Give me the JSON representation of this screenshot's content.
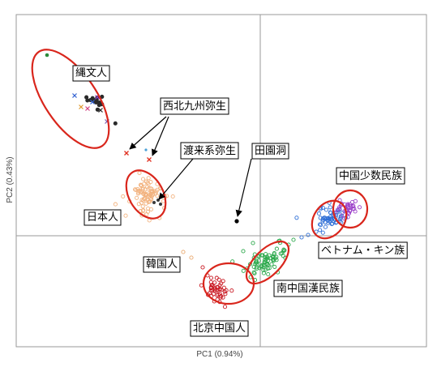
{
  "chart_data": {
    "type": "scatter",
    "xlabel": "PC1 (0.94%)",
    "ylabel": "PC2 (0.43%)",
    "grid": false,
    "zero_lines": true,
    "colors": {
      "ellipse": "#d9261c",
      "frame": "#9a9a9a",
      "jomon": "#2a2a2a",
      "yayoi_nw_kyushu": "#e03020",
      "yayoi_toraijin": "#3a3a3a",
      "japanese": "#f2b27e",
      "korean": "#e8a86e",
      "beijing_han": "#c8141e",
      "south_han": "#2aa84a",
      "vietnam_kinh": "#2f6fd6",
      "china_minority": "#9b3fc9",
      "tianyuan": "#000000"
    },
    "labels": {
      "jomon": "縄文人",
      "nw_kyushu_yayoi": "西北九州弥生",
      "toraijin_yayoi": "渡来系弥生",
      "tianyuan": "田園洞",
      "china_minority": "中国少数民族",
      "japanese": "日本人",
      "vietnam_kinh": "ベトナム・キン族",
      "korean": "韓国人",
      "south_han": "南中国漢民族",
      "beijing_han": "北京中国人"
    }
  }
}
